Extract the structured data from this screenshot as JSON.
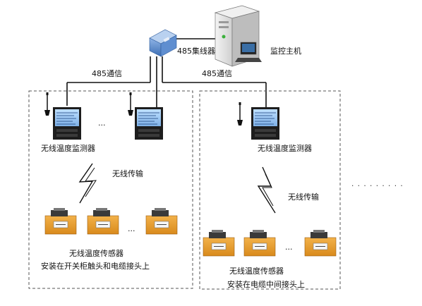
{
  "hub": {
    "label": "485集线器"
  },
  "host": {
    "label": "监控主机"
  },
  "links": {
    "left": "485通信",
    "right": "485通信"
  },
  "left_group": {
    "monitor_label": "无线温度监测器",
    "wireless_label": "无线传输",
    "sensor_label": "无线温度传感器",
    "install_label": "安装在开关柜触头和电缆接头上",
    "monitor_ellipsis": "...",
    "sensor_ellipsis": "..."
  },
  "right_group": {
    "monitor_label": "无线温度监测器",
    "wireless_label": "无线传输",
    "sensor_label": "无线温度传感器",
    "install_label": "安装在电缆中间接头上",
    "sensor_ellipsis": "..."
  },
  "continuation": {
    "dots": "· · · · · · · · ·"
  },
  "colors": {
    "line": "#111111",
    "dash": "#555555",
    "hub_blue": "#4a7fc4",
    "sensor_orange": "#e59a2a"
  }
}
